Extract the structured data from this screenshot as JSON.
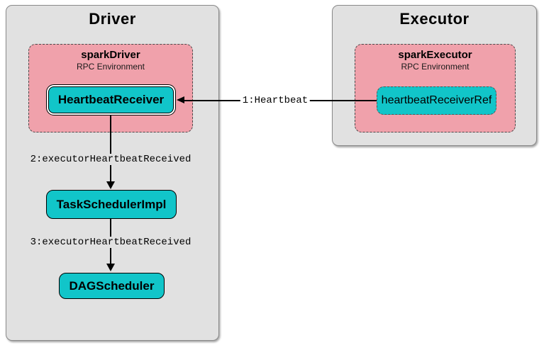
{
  "diagram": {
    "driver": {
      "title": "Driver",
      "rpc_env": {
        "name": "sparkDriver",
        "subtitle": "RPC Environment"
      },
      "nodes": {
        "heartbeat_receiver": "HeartbeatReceiver",
        "task_scheduler": "TaskSchedulerImpl",
        "dag_scheduler": "DAGScheduler"
      }
    },
    "executor": {
      "title": "Executor",
      "rpc_env": {
        "name": "sparkExecutor",
        "subtitle": "RPC Environment"
      },
      "nodes": {
        "heartbeat_receiver_ref": "heartbeatReceiverRef"
      }
    },
    "edges": {
      "heartbeat": "1:Heartbeat",
      "executor_heartbeat_received_2": "2:executorHeartbeatReceived",
      "executor_heartbeat_received_3": "3:executorHeartbeatReceived"
    },
    "colors": {
      "container_fill": "#E1E1E1",
      "rpc_env_fill": "#F0A1AB",
      "node_fill": "#11C5C9"
    }
  }
}
